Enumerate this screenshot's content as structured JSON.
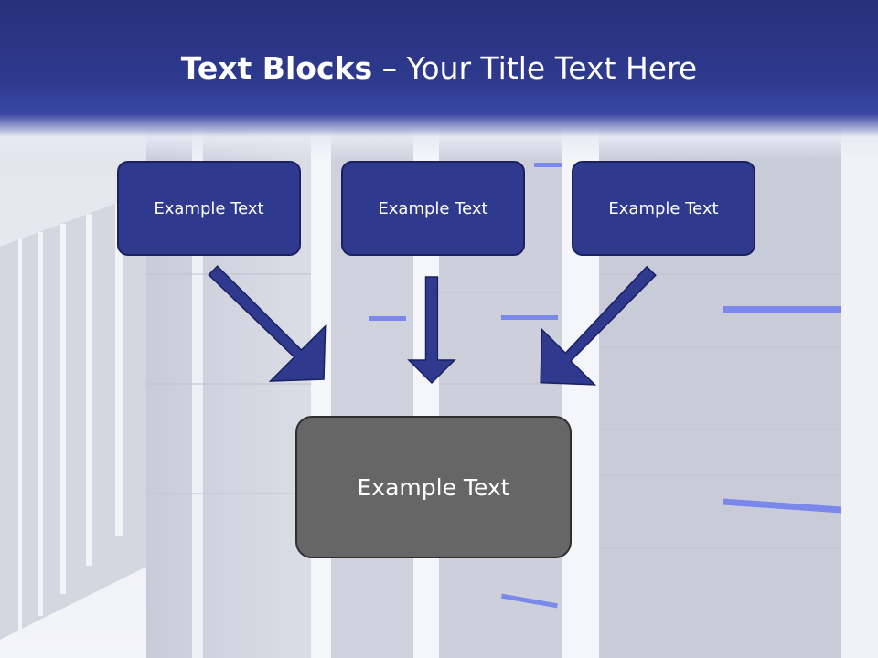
{
  "title": {
    "bold": "Text Blocks",
    "separator": " – ",
    "rest": "Your Title Text Here"
  },
  "blocks": [
    {
      "label": "Example Text"
    },
    {
      "label": "Example Text"
    },
    {
      "label": "Example Text"
    }
  ],
  "main_block": {
    "label": "Example Text"
  },
  "colors": {
    "header": "#2e3a8e",
    "block": "#2f3a8f",
    "main_block": "#666666",
    "arrow": "#2f3a8f"
  }
}
